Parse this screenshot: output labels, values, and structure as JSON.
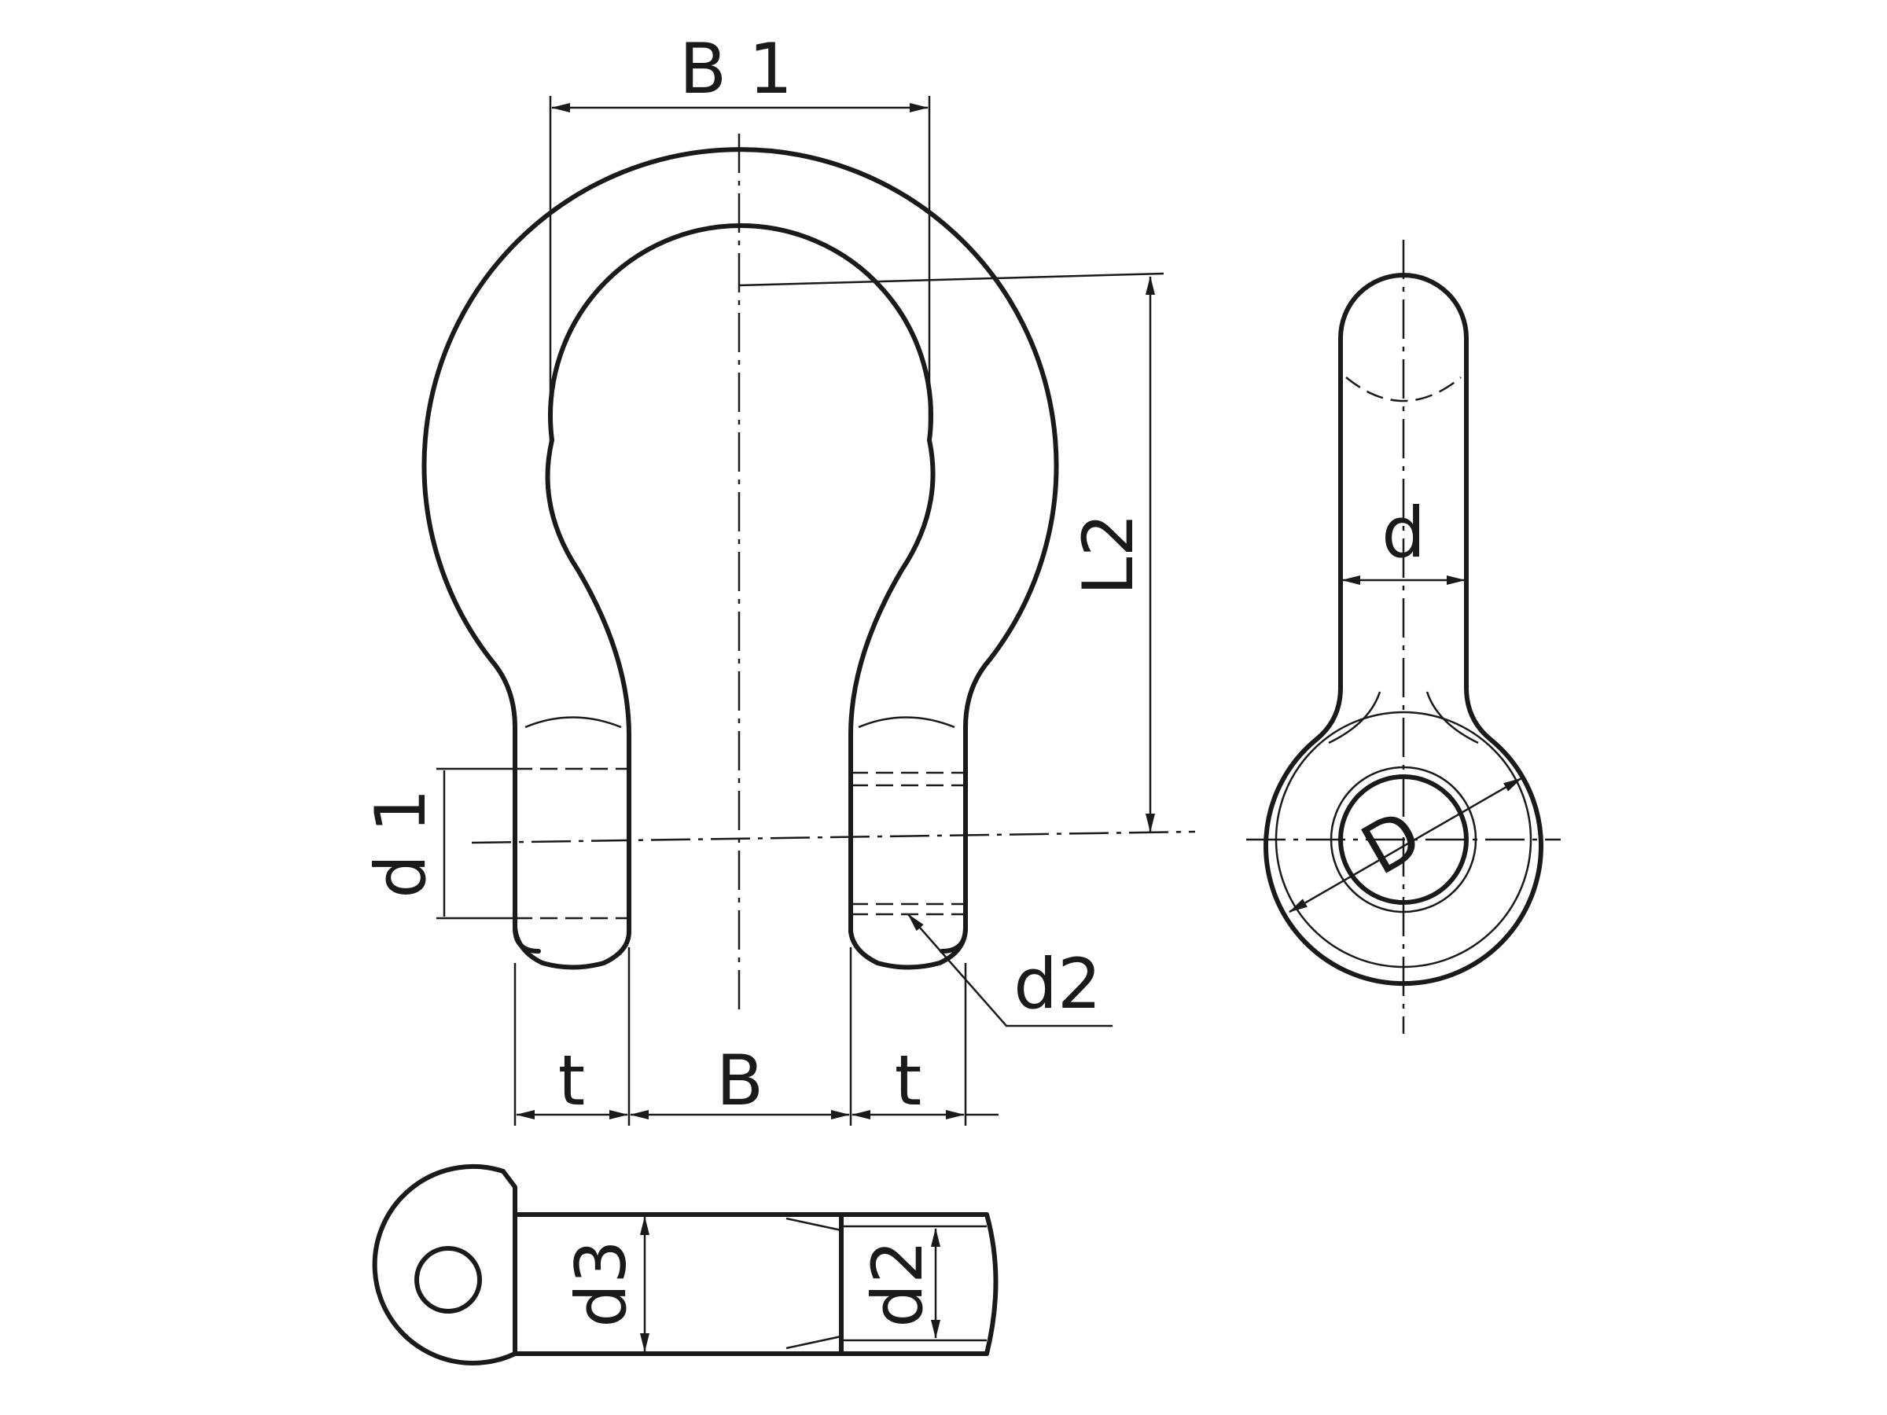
{
  "labels": {
    "B1": "B 1",
    "L2": "L2",
    "d": "d",
    "d1": "d 1",
    "d2_front": "d2",
    "t_left": "t",
    "B": "B",
    "t_right": "t",
    "D": "D",
    "d3": "d3",
    "d2_pin": "d2"
  }
}
